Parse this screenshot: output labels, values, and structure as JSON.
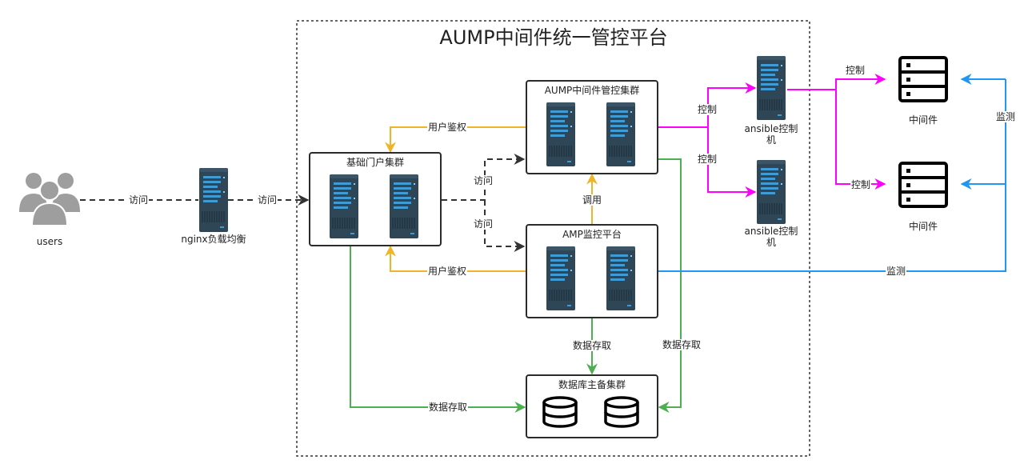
{
  "platform": {
    "title": "AUMP中间件统一管控平台"
  },
  "users": {
    "label": "users"
  },
  "nginx": {
    "label": "nginx负载均衡"
  },
  "clusters": {
    "portal": "基础门户集群",
    "aump": "AUMP中间件管控集群",
    "amp": "AMP监控平台",
    "db": "数据库主备集群"
  },
  "ansible": {
    "label1": "ansible控制机",
    "label2": "ansible控制机"
  },
  "middleware": {
    "label1": "中间件",
    "label2": "中间件"
  },
  "edges": {
    "access1": "访问",
    "access2": "访问",
    "access3": "访问",
    "access4": "访问",
    "auth_top": "用户鉴权",
    "auth_bottom": "用户鉴权",
    "invoke": "调用",
    "data_amp": "数据存取",
    "data_aump": "数据存取",
    "data_portal": "数据存取",
    "control1": "控制",
    "control2": "控制",
    "control3": "控制",
    "control4": "控制",
    "monitor_right": "监测",
    "monitor_bottom": "监测"
  },
  "colors": {
    "access": "#333333",
    "auth": "#f0b429",
    "data": "#4caf50",
    "control": "#ff00ff",
    "monitor": "#2196f3",
    "server_body": "#2e4656",
    "server_accent": "#3f9bd6",
    "users_icon": "#9e9e9e"
  }
}
